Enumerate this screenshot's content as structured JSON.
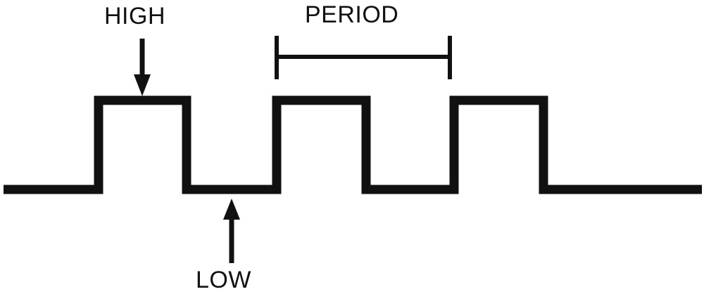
{
  "labels": {
    "high": "HIGH",
    "period": "PERIOD",
    "low": "LOW"
  },
  "colors": {
    "stroke": "#111111",
    "background": "#ffffff"
  }
}
